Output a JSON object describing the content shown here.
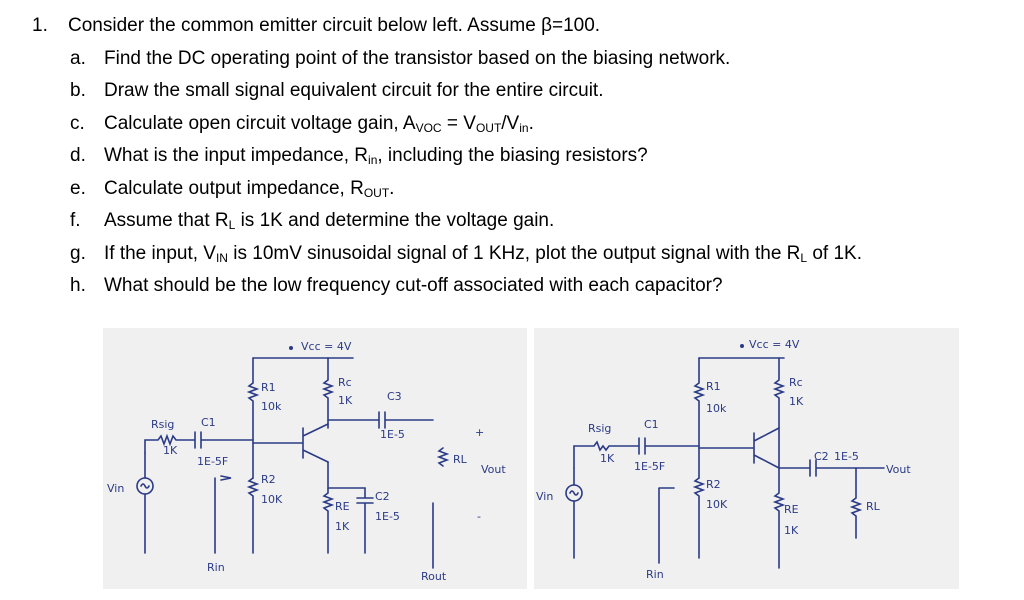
{
  "question": {
    "number": "1.",
    "stem_pre": "Consider the common emitter circuit below left. Assume ",
    "stem_beta": "β=100.",
    "parts": [
      {
        "letter": "a.",
        "text": "Find the DC operating point of the transistor based on the biasing network."
      },
      {
        "letter": "b.",
        "text": "Draw the small signal equivalent circuit for the entire circuit."
      },
      {
        "letter": "c.",
        "text_pre": "Calculate open circuit voltage gain, A",
        "sub1": "VOC",
        "mid": " = V",
        "sub2": "OUT",
        "mid2": "/V",
        "sub3": "in",
        "end": "."
      },
      {
        "letter": "d.",
        "text_pre": "What is the input impedance, R",
        "sub1": "in",
        "end": ", including the biasing resistors?"
      },
      {
        "letter": "e.",
        "text_pre": "Calculate output impedance, R",
        "sub1": "OUT",
        "end": "."
      },
      {
        "letter": "f.",
        "text_pre": "Assume that R",
        "sub1": "L",
        "end": " is 1K and determine the voltage gain."
      },
      {
        "letter": "g.",
        "text_pre": "If the input, V",
        "sub1": "IN",
        "mid": " is 10mV sinusoidal signal of 1 KHz, plot the output signal with the R",
        "sub2": "L",
        "end": " of 1K."
      },
      {
        "letter": "h.",
        "text": "What should be the low frequency cut-off associated with each capacitor?"
      }
    ]
  },
  "circuit_left": {
    "vcc": "Vcc = 4V",
    "r1": "R1",
    "r1_val": "10k",
    "rc": "Rc",
    "rc_val": "1K",
    "c3": "C3",
    "c3_val": "1E-5",
    "rsig": "Rsig",
    "rsig_val": "1K",
    "c1": "C1",
    "c1_val": "1E-5F",
    "r2": "R2",
    "r2_val": "10K",
    "re": "RE",
    "re_val": "1K",
    "c2": "C2",
    "c2_val": "1E-5",
    "rl": "RL",
    "vout": "Vout",
    "vin": "Vin",
    "rin": "Rin",
    "rout": "Rout",
    "plus": "+",
    "minus": "-"
  },
  "circuit_right": {
    "vcc": "Vcc = 4V",
    "r1": "R1",
    "r1_val": "10k",
    "rc": "Rc",
    "rc_val": "1K",
    "rsig": "Rsig",
    "rsig_val": "1K",
    "c1": "C1",
    "c1_val": "1E-5F",
    "r2": "R2",
    "r2_val": "10K",
    "re": "RE",
    "re_val": "1K",
    "c2": "C2",
    "c2_val": "1E-5",
    "rl": "RL",
    "vout": "Vout",
    "vin": "Vin",
    "rin": "Rin"
  }
}
